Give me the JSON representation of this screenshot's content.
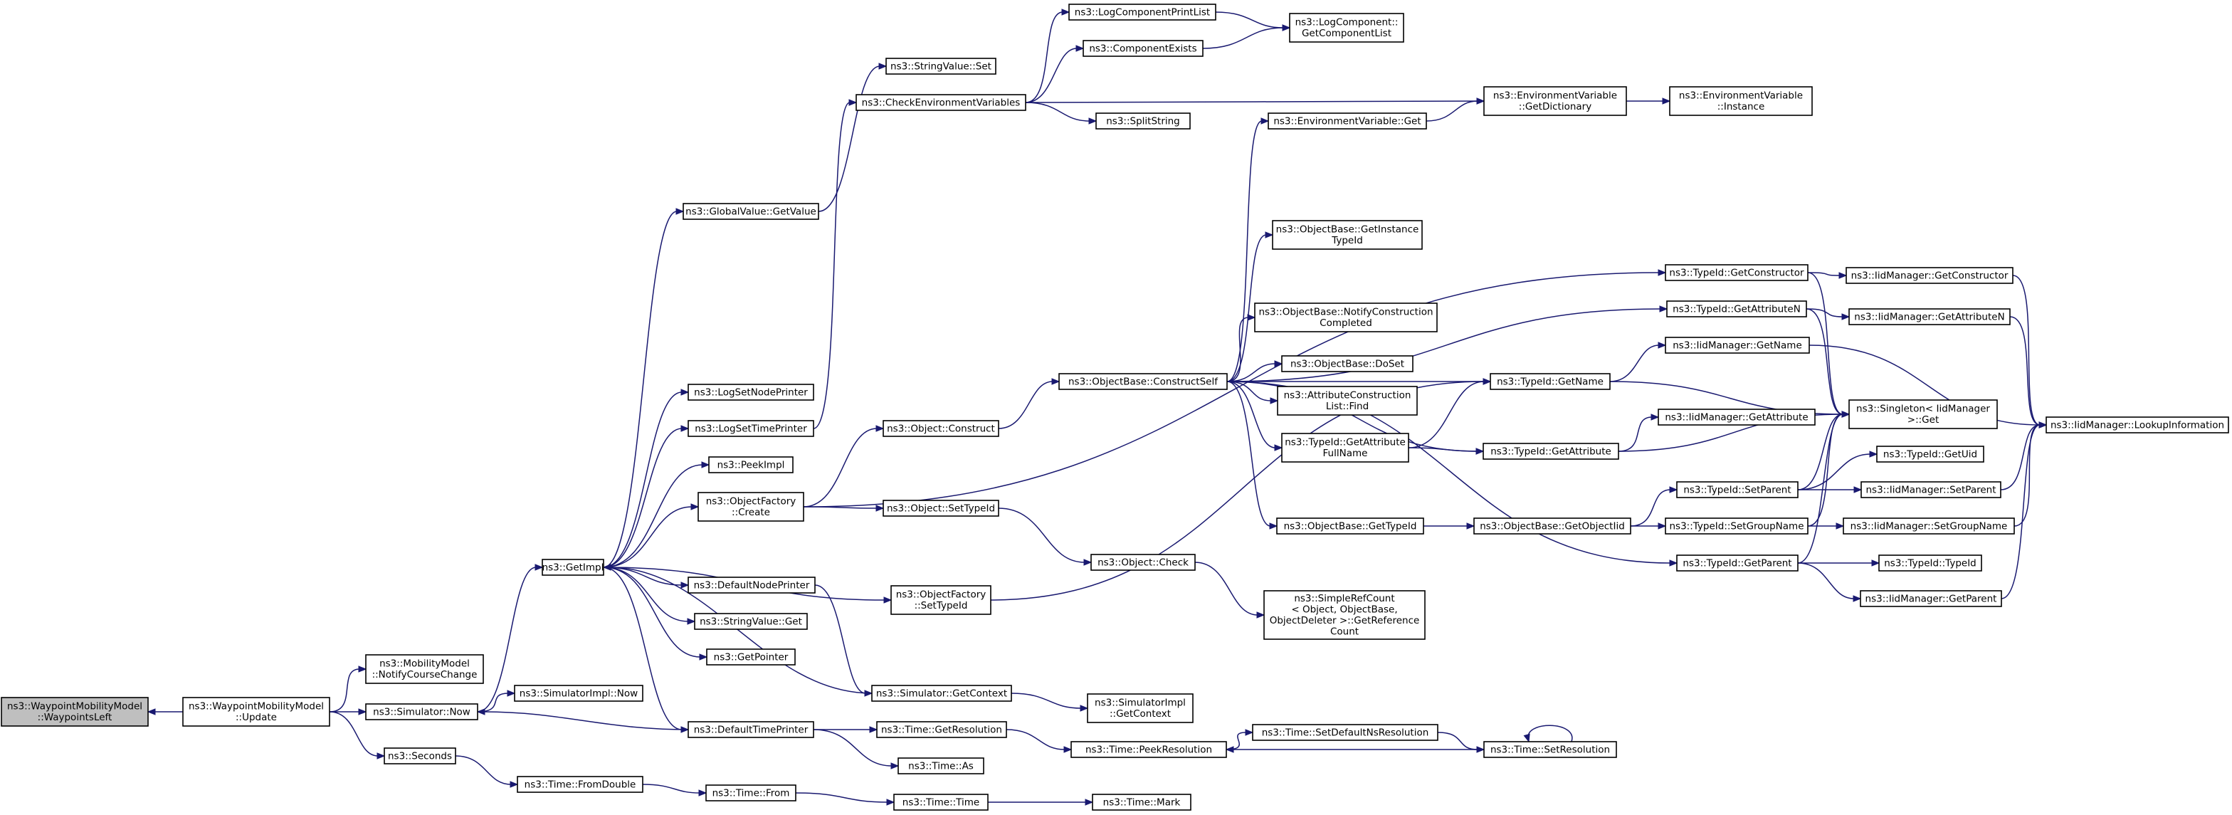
{
  "diagram": {
    "nodes": [
      {
        "id": "wml_waypointsleft",
        "lines": [
          "ns3::WaypointMobilityModel",
          "::WaypointsLeft"
        ],
        "root": true
      },
      {
        "id": "wml_update",
        "lines": [
          "ns3::WaypointMobilityModel",
          "::Update"
        ]
      },
      {
        "id": "mm_notify",
        "lines": [
          "ns3::MobilityModel",
          "::NotifyCourseChange"
        ]
      },
      {
        "id": "sim_now",
        "lines": [
          "ns3::Simulator::Now"
        ]
      },
      {
        "id": "seconds",
        "lines": [
          "ns3::Seconds"
        ]
      },
      {
        "id": "getimpl",
        "lines": [
          "ns3::GetImpl"
        ]
      },
      {
        "id": "simimpl_now",
        "lines": [
          "ns3::SimulatorImpl::Now"
        ]
      },
      {
        "id": "time_fromdouble",
        "lines": [
          "ns3::Time::FromDouble"
        ]
      },
      {
        "id": "gv_getvalue",
        "lines": [
          "ns3::GlobalValue::GetValue"
        ]
      },
      {
        "id": "logsetnodeprinter",
        "lines": [
          "ns3::LogSetNodePrinter"
        ]
      },
      {
        "id": "logsettimeprinter",
        "lines": [
          "ns3::LogSetTimePrinter"
        ]
      },
      {
        "id": "peekimpl",
        "lines": [
          "ns3::PeekImpl"
        ]
      },
      {
        "id": "of_create",
        "lines": [
          "ns3::ObjectFactory",
          "::Create"
        ]
      },
      {
        "id": "defaultnodeprinter",
        "lines": [
          "ns3::DefaultNodePrinter"
        ]
      },
      {
        "id": "sv_get",
        "lines": [
          "ns3::StringValue::Get"
        ]
      },
      {
        "id": "getpointer",
        "lines": [
          "ns3::GetPointer"
        ]
      },
      {
        "id": "defaulttimeprinter",
        "lines": [
          "ns3::DefaultTimePrinter"
        ]
      },
      {
        "id": "time_from",
        "lines": [
          "ns3::Time::From"
        ]
      },
      {
        "id": "sv_set",
        "lines": [
          "ns3::StringValue::Set"
        ]
      },
      {
        "id": "checkenv",
        "lines": [
          "ns3::CheckEnvironmentVariables"
        ]
      },
      {
        "id": "obj_construct",
        "lines": [
          "ns3::Object::Construct"
        ]
      },
      {
        "id": "obj_settypeid",
        "lines": [
          "ns3::Object::SetTypeId"
        ]
      },
      {
        "id": "of_settypeid",
        "lines": [
          "ns3::ObjectFactory",
          "::SetTypeId"
        ]
      },
      {
        "id": "sim_getcontext",
        "lines": [
          "ns3::Simulator::GetContext"
        ]
      },
      {
        "id": "time_getresolution",
        "lines": [
          "ns3::Time::GetResolution"
        ]
      },
      {
        "id": "time_as",
        "lines": [
          "ns3::Time::As"
        ]
      },
      {
        "id": "time_time",
        "lines": [
          "ns3::Time::Time"
        ]
      },
      {
        "id": "logcomponentprintlist",
        "lines": [
          "ns3::LogComponentPrintList"
        ]
      },
      {
        "id": "componentexists",
        "lines": [
          "ns3::ComponentExists"
        ]
      },
      {
        "id": "splitstring",
        "lines": [
          "ns3::SplitString"
        ]
      },
      {
        "id": "ob_constructself",
        "lines": [
          "ns3::ObjectBase::ConstructSelf"
        ]
      },
      {
        "id": "obj_check",
        "lines": [
          "ns3::Object::Check"
        ]
      },
      {
        "id": "simimpl_getcontext",
        "lines": [
          "ns3::SimulatorImpl",
          "::GetContext"
        ]
      },
      {
        "id": "time_peekresolution",
        "lines": [
          "ns3::Time::PeekResolution"
        ]
      },
      {
        "id": "time_mark",
        "lines": [
          "ns3::Time::Mark"
        ]
      },
      {
        "id": "lc_getcomponentlist",
        "lines": [
          "ns3::LogComponent::",
          "GetComponentList"
        ]
      },
      {
        "id": "ev_get",
        "lines": [
          "ns3::EnvironmentVariable::Get"
        ]
      },
      {
        "id": "ob_getinstancetypeid",
        "lines": [
          "ns3::ObjectBase::GetInstance",
          "TypeId"
        ]
      },
      {
        "id": "ob_notifyconstruction",
        "lines": [
          "ns3::ObjectBase::NotifyConstruction",
          "Completed"
        ]
      },
      {
        "id": "ob_doset",
        "lines": [
          "ns3::ObjectBase::DoSet"
        ]
      },
      {
        "id": "acl_find",
        "lines": [
          "ns3::AttributeConstruction",
          "List::Find"
        ]
      },
      {
        "id": "tid_getattributefullname",
        "lines": [
          "ns3::TypeId::GetAttribute",
          "FullName"
        ]
      },
      {
        "id": "ob_gettypeid",
        "lines": [
          "ns3::ObjectBase::GetTypeId"
        ]
      },
      {
        "id": "simplerefcount",
        "lines": [
          "ns3::SimpleRefCount",
          "< Object, ObjectBase,",
          "ObjectDeleter >::GetReference",
          "Count"
        ]
      },
      {
        "id": "time_setdefaultns",
        "lines": [
          "ns3::Time::SetDefaultNsResolution"
        ]
      },
      {
        "id": "ev_getdictionary",
        "lines": [
          "ns3::EnvironmentVariable",
          "::GetDictionary"
        ]
      },
      {
        "id": "tid_getname",
        "lines": [
          "ns3::TypeId::GetName"
        ]
      },
      {
        "id": "tid_getattribute",
        "lines": [
          "ns3::TypeId::GetAttribute"
        ]
      },
      {
        "id": "ob_getobjectiid",
        "lines": [
          "ns3::ObjectBase::GetObjectIid"
        ]
      },
      {
        "id": "time_setresolution",
        "lines": [
          "ns3::Time::SetResolution"
        ]
      },
      {
        "id": "ev_instance",
        "lines": [
          "ns3::EnvironmentVariable",
          "::Instance"
        ]
      },
      {
        "id": "tid_getconstructor",
        "lines": [
          "ns3::TypeId::GetConstructor"
        ]
      },
      {
        "id": "tid_getattributen",
        "lines": [
          "ns3::TypeId::GetAttributeN"
        ]
      },
      {
        "id": "iid_getname",
        "lines": [
          "ns3::IidManager::GetName"
        ]
      },
      {
        "id": "iid_getattribute",
        "lines": [
          "ns3::IidManager::GetAttribute"
        ]
      },
      {
        "id": "tid_setparent",
        "lines": [
          "ns3::TypeId::SetParent"
        ]
      },
      {
        "id": "tid_setgroupname",
        "lines": [
          "ns3::TypeId::SetGroupName"
        ]
      },
      {
        "id": "tid_getparent",
        "lines": [
          "ns3::TypeId::GetParent"
        ]
      },
      {
        "id": "iid_getconstructor",
        "lines": [
          "ns3::IidManager::GetConstructor"
        ]
      },
      {
        "id": "iid_getattributen",
        "lines": [
          "ns3::IidManager::GetAttributeN"
        ]
      },
      {
        "id": "singleton_get",
        "lines": [
          "ns3::Singleton< IidManager",
          ">::Get"
        ]
      },
      {
        "id": "tid_getuid",
        "lines": [
          "ns3::TypeId::GetUid"
        ]
      },
      {
        "id": "iid_setparent",
        "lines": [
          "ns3::IidManager::SetParent"
        ]
      },
      {
        "id": "iid_setgroupname",
        "lines": [
          "ns3::IidManager::SetGroupName"
        ]
      },
      {
        "id": "tid_typeid",
        "lines": [
          "ns3::TypeId::TypeId"
        ]
      },
      {
        "id": "iid_getparent",
        "lines": [
          "ns3::IidManager::GetParent"
        ]
      },
      {
        "id": "iid_lookupinformation",
        "lines": [
          "ns3::IidManager::LookupInformation"
        ]
      }
    ]
  }
}
